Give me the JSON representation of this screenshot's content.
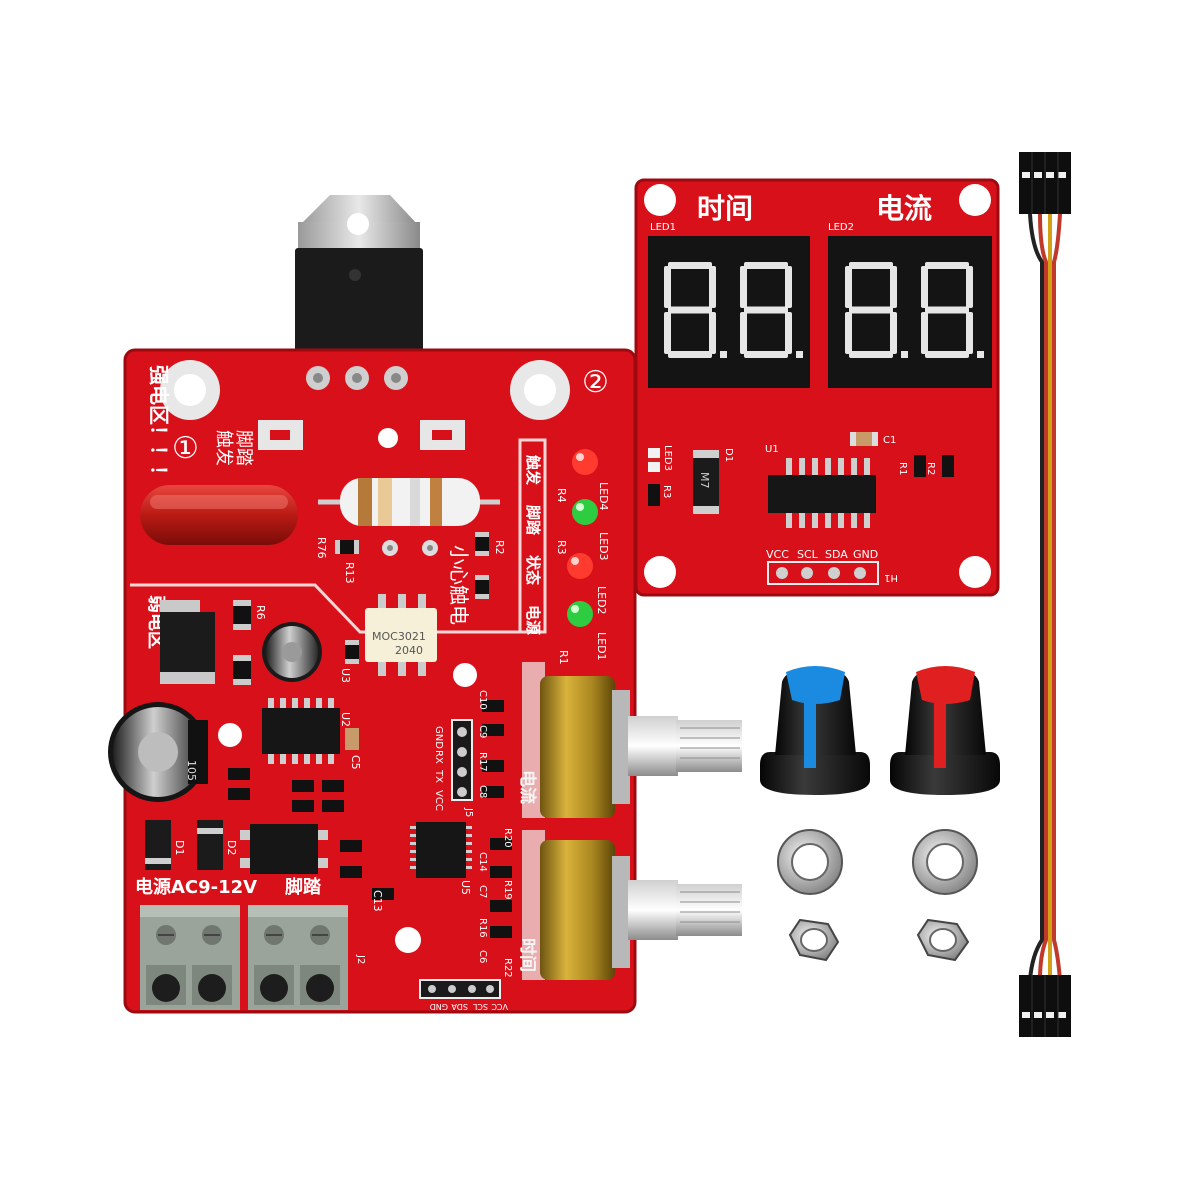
{
  "colors": {
    "pcb": "#d8101a",
    "pcb_dark": "#a80a12",
    "silk": "#ffffff",
    "display_bg": "#111111",
    "segment": "#e6e6e6",
    "terminal": "#9aa49a",
    "knob_blue": "#1a8be0",
    "knob_red": "#e02020",
    "pot_gold": "#b08a1e",
    "wire_red": "#c0392b",
    "wire_yellow": "#d4a017",
    "wire_black": "#222222"
  },
  "main_board": {
    "warning_strong": "强电区！！！",
    "warning_weak": "弱电区",
    "trigger_label": "触发",
    "foot_label": "脚踏",
    "caution_label": "小心触电",
    "power_label": "电源AC9-12V",
    "footswitch_label": "脚踏",
    "circle_1": "①",
    "circle_2": "②",
    "led_labels": [
      "触发",
      "脚踏",
      "状态",
      "电源"
    ],
    "pot_labels": [
      "电流",
      "时间"
    ],
    "optocoupler_text": "MOC3021",
    "optocoupler_code": "2040",
    "header_pins": [
      "VCC",
      "SCL",
      "SDA",
      "GND"
    ],
    "cap_label": "105",
    "ref": {
      "r76": "R76",
      "r13": "R13",
      "r2": "R2",
      "r6": "R6",
      "u3": "U3",
      "r4": "R4",
      "r3": "R3",
      "r1": "R1",
      "u2": "U2",
      "c5": "C5",
      "led4": "LED4",
      "led3": "LED3",
      "led2": "LED2",
      "led1": "LED1",
      "j5": "J5",
      "j2": "J2",
      "c13": "C13",
      "c10": "C10",
      "c9": "C9",
      "r17": "R17",
      "r16": "R16",
      "c8": "C8",
      "c14": "C14",
      "c7": "C7",
      "c6": "C6",
      "r22": "R22",
      "u5": "U5",
      "r19": "R19",
      "r20": "R20",
      "d1": "D1",
      "d2": "D2",
      "tx": "TX",
      "rx": "RX",
      "gnd": "GND",
      "vcc": "VCC"
    }
  },
  "display_board": {
    "time_label": "时间",
    "current_label": "电流",
    "led1_label": "LED1",
    "led2_label": "LED2",
    "digits_left": "8.8.",
    "digits_right": "8.8.",
    "led3_label": "LED3",
    "d1_label": "D1",
    "r3_label": "R3",
    "u1_label": "U1",
    "c1_label": "C1",
    "r1_label": "R1",
    "r2_label": "R2",
    "h1_label": "H1",
    "header_pins": [
      "VCC",
      "SCL",
      "SDA",
      "GND"
    ],
    "diode_text": "M7"
  },
  "accessories": {
    "knobs": [
      "blue-cap-knob",
      "red-cap-knob"
    ],
    "washers": 2,
    "nuts": 2,
    "cable_pins": 4
  }
}
